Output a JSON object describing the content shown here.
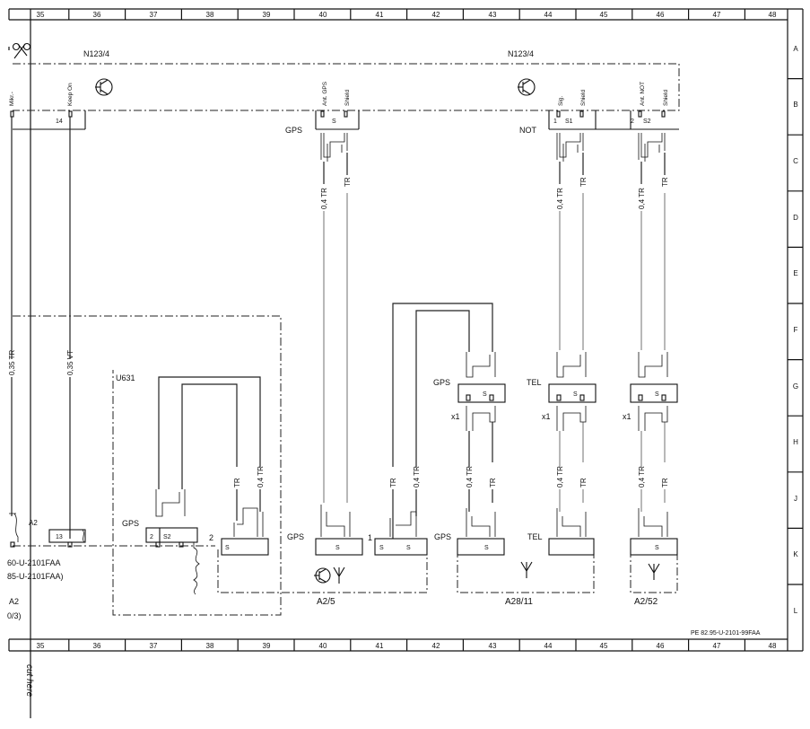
{
  "frame": {
    "columns": [
      "35",
      "36",
      "37",
      "38",
      "39",
      "40",
      "41",
      "42",
      "43",
      "44",
      "45",
      "46",
      "47",
      "48"
    ],
    "rows": [
      "A",
      "B",
      "C",
      "D",
      "E",
      "F",
      "G",
      "H",
      "J",
      "K",
      "L"
    ],
    "footer_code": "PE 82.95-U-2101-99FAA"
  },
  "cut_here": "cut here",
  "components": {
    "n123_left": "N123/4",
    "n123_right": "N123/4",
    "u631": "U631",
    "a2_5": "A2/5",
    "a28_11": "A28/11",
    "a2_52": "A2/52",
    "a2_left": "A2",
    "a2_left_sub": "0/3)",
    "a2_small": "A2"
  },
  "pins": {
    "mikr": "Mikr.-",
    "keep_on": "Keep On",
    "ant_gps": "Ant. GPS",
    "shield1": "Shield",
    "sig": "Sig.",
    "shield2": "Shield",
    "ant_not": "Ant. NOT",
    "shield3": "Shield",
    "p14": "14",
    "p13": "13",
    "p1": "1",
    "p2": "2",
    "s": "S",
    "s1": "S1",
    "s2": "S2"
  },
  "labels": {
    "gps": "GPS",
    "not": "NOT",
    "tel": "TEL",
    "x1": "x1",
    "num1": "1",
    "num2": "2"
  },
  "wires": {
    "w035tr": "0,35 TR",
    "w035vt": "0,35 VT",
    "w04tr": "0,4 TR",
    "tr": "TR"
  },
  "refs": {
    "line1": "60-U-2101FAA",
    "line2": "85-U-2101FAA)"
  }
}
